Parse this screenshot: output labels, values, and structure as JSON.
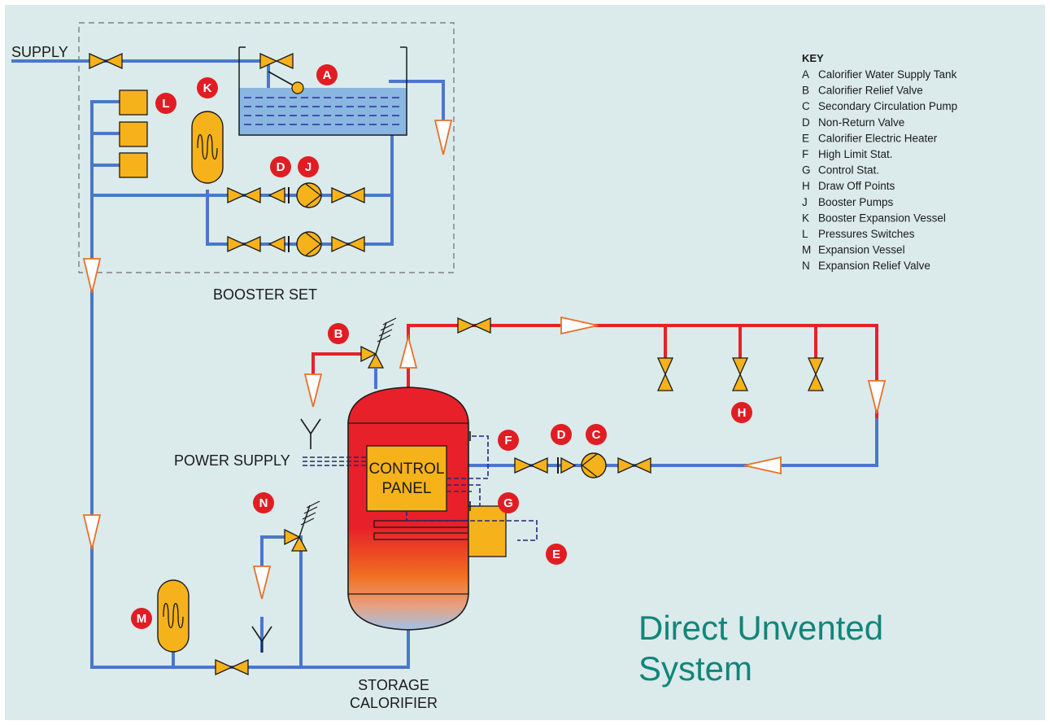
{
  "colors": {
    "background": "#dbeaeb",
    "cold_pipe": "#4a78c8",
    "hot_pipe": "#e8202a",
    "fitting": "#f6b21a",
    "badge": "#e11d24",
    "control_wire": "#23287a",
    "title": "#12857a"
  },
  "labels": {
    "supply": "SUPPLY",
    "booster_set": "BOOSTER SET",
    "power_supply": "POWER SUPPLY",
    "control_panel_line1": "CONTROL",
    "control_panel_line2": "PANEL",
    "storage_line1": "STORAGE",
    "storage_line2": "CALORIFIER"
  },
  "title": {
    "line1": "Direct Unvented",
    "line2": "System"
  },
  "badges": {
    "a": "A",
    "b": "B",
    "c": "C",
    "d1": "D",
    "d2": "D",
    "e": "E",
    "f": "F",
    "g": "G",
    "h": "H",
    "j": "J",
    "k": "K",
    "l": "L",
    "m": "M",
    "n": "N"
  },
  "key": {
    "heading": "KEY",
    "items": [
      {
        "letter": "A",
        "text": "Calorifier Water Supply Tank"
      },
      {
        "letter": "B",
        "text": "Calorifier Relief Valve"
      },
      {
        "letter": "C",
        "text": "Secondary Circulation Pump"
      },
      {
        "letter": "D",
        "text": "Non-Return Valve"
      },
      {
        "letter": "E",
        "text": "Calorifier Electric Heater"
      },
      {
        "letter": "F",
        "text": "High Limit Stat."
      },
      {
        "letter": "G",
        "text": "Control Stat."
      },
      {
        "letter": "H",
        "text": "Draw Off Points"
      },
      {
        "letter": "J",
        "text": "Booster Pumps"
      },
      {
        "letter": "K",
        "text": "Booster Expansion Vessel"
      },
      {
        "letter": "L",
        "text": "Pressures Switches"
      },
      {
        "letter": "M",
        "text": "Expansion Vessel"
      },
      {
        "letter": "N",
        "text": "Expansion Relief Valve"
      }
    ]
  }
}
